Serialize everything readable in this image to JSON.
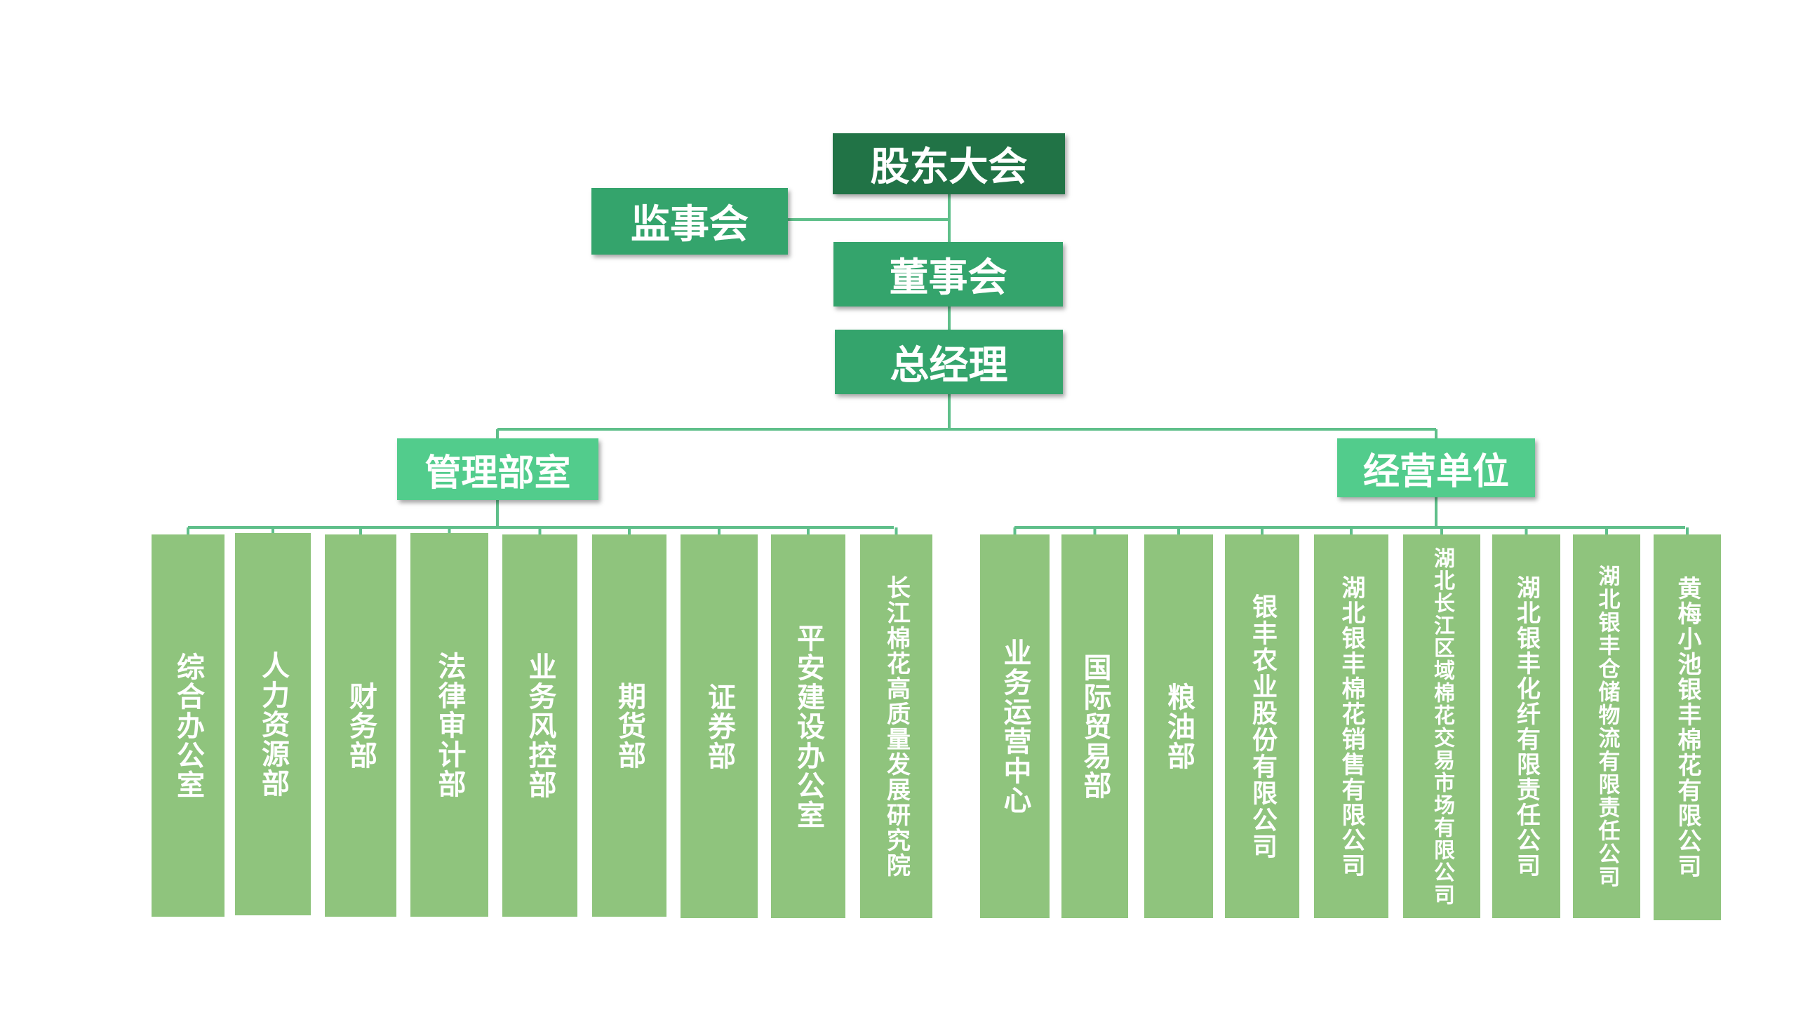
{
  "top": {
    "shareholders": "股东大会",
    "supervisors": "监事会",
    "board": "董事会",
    "gm": "总经理"
  },
  "categories": {
    "management": "管理部室",
    "business": "经营单位"
  },
  "management_units": [
    "综合办公室",
    "人力资源部",
    "财务部",
    "法律审计部",
    "业务风控部",
    "期货部",
    "证券部",
    "平安建设办公室",
    "长江棉花高质量发展研究院"
  ],
  "business_units": [
    "业务运营中心",
    "国际贸易部",
    "粮油部",
    "银丰农业股份有限公司",
    "湖北银丰棉花销售有限公司",
    "湖北长江区域棉花交易市场有限公司",
    "湖北银丰化纤有限责任公司",
    "湖北银丰仓储物流有限责任公司",
    "黄梅小池银丰棉花有限公司"
  ],
  "colors": {
    "dark": "#217346",
    "medium": "#34a46c",
    "category": "#52cc8c",
    "leaf": "#8fc47d",
    "line": "#5fbf8a"
  }
}
